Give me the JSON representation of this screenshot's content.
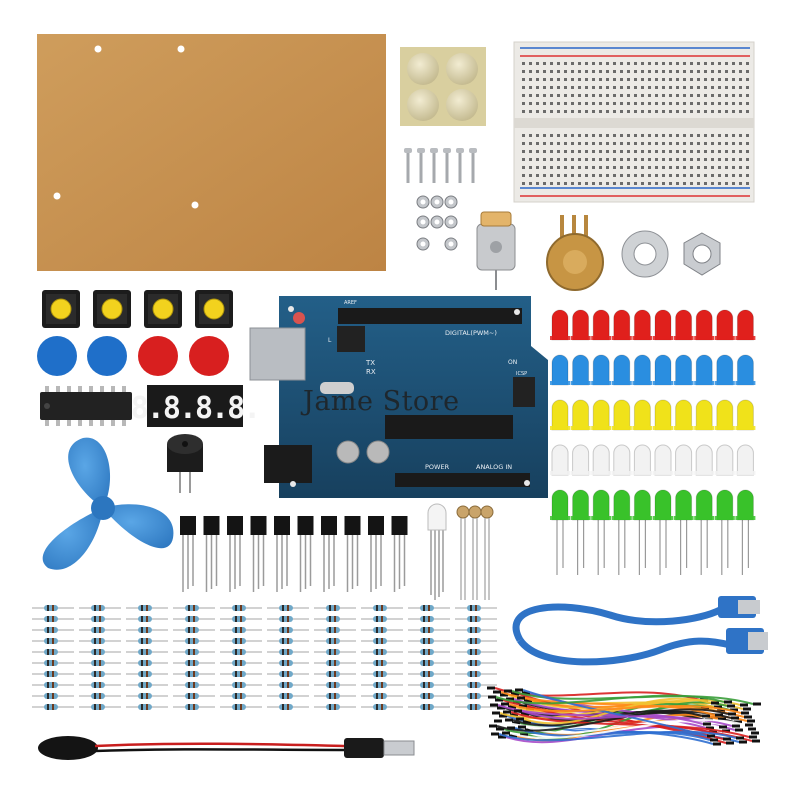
{
  "watermark": {
    "text": "Jame Store"
  },
  "board": {
    "labels": {
      "digital": "DIGITAL(PWM~)",
      "analog_in": "ANALOG IN",
      "power": "POWER",
      "icsp": "ICSP",
      "on": "ON",
      "tx": "TX",
      "rx": "RX",
      "aref": "AREF",
      "l_led": "L"
    }
  },
  "seven_segment": {
    "digits": "8.8.8.8."
  },
  "colors": {
    "acrylic_plate": "#c9934f",
    "board_blue": "#1d4f73",
    "breadboard": "#eceae6",
    "button_cap_yellow": "#f2d21e",
    "cap_blue": "#1f6fc9",
    "cap_red": "#d81f1f",
    "fan_blue": "#3a8ad0",
    "usb_cable": "#2f73c6",
    "led_red": "#e0201c",
    "led_blue": "#2a8ee0",
    "led_yellow": "#f0e21a",
    "led_white": "#f2f2f2",
    "led_green": "#39c22a"
  },
  "items": {
    "tactile_buttons": 4,
    "button_caps_blue": 2,
    "button_caps_red": 2,
    "transistors": 10,
    "photoresistors": 3,
    "led_rows": [
      {
        "color": "red",
        "count": 10
      },
      {
        "color": "blue",
        "count": 10
      },
      {
        "color": "yellow",
        "count": 10
      },
      {
        "color": "white",
        "count": 10
      },
      {
        "color": "green",
        "count": 10
      }
    ],
    "resistor_columns": 10,
    "resistors_per_column": 10,
    "screws": 6,
    "nuts": 8,
    "rubber_feet": 4
  },
  "icons": [
    "acrylic-plate",
    "rubber-feet",
    "breadboard",
    "screws",
    "nuts",
    "dc-motor",
    "potentiometer",
    "washer",
    "hex-nut",
    "tactile-button",
    "button-cap",
    "shift-register-ic",
    "seven-segment-display",
    "buzzer",
    "fan-blade",
    "arduino-uno-board",
    "transistor",
    "rgb-led",
    "photoresistor",
    "led",
    "resistor",
    "usb-cable",
    "jumper-wires",
    "battery-clip"
  ]
}
